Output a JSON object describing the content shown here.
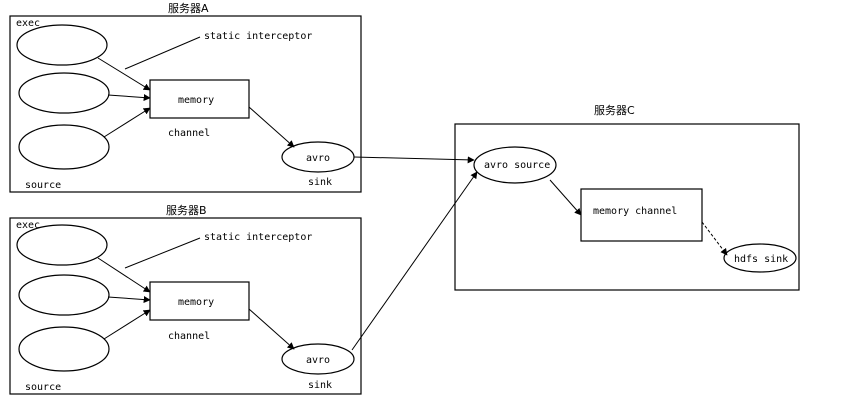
{
  "server_a": {
    "title": "服务器A",
    "exec_label": "exec",
    "interceptor_label": "static interceptor",
    "memory_label": "memory",
    "channel_label": "channel",
    "avro_label": "avro",
    "sink_label": "sink",
    "source_label": "source"
  },
  "server_b": {
    "title": "服务器B",
    "exec_label": "exec",
    "interceptor_label": "static interceptor",
    "memory_label": "memory",
    "channel_label": "channel",
    "avro_label": "avro",
    "sink_label": "sink",
    "source_label": "source"
  },
  "server_c": {
    "title": "服务器C",
    "avro_source_label": "avro source",
    "memory_channel_label": "memory channel",
    "hdfs_sink_label": "hdfs sink"
  }
}
